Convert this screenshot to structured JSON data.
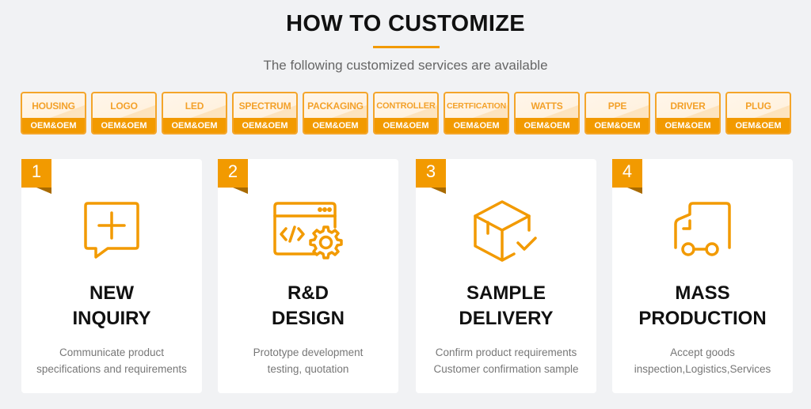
{
  "header": {
    "title": "HOW TO CUSTOMIZE",
    "subtitle": "The following customized services are available"
  },
  "colors": {
    "accent": "#f29a00",
    "background": "#f1f2f4"
  },
  "services": [
    {
      "label": "HOUSING",
      "badge": "OEM&OEM"
    },
    {
      "label": "LOGO",
      "badge": "OEM&OEM"
    },
    {
      "label": "LED",
      "badge": "OEM&OEM"
    },
    {
      "label": "SPECTRUM",
      "badge": "OEM&OEM"
    },
    {
      "label": "PACKAGING",
      "badge": "OEM&OEM"
    },
    {
      "label": "CONTROLLER",
      "badge": "OEM&OEM"
    },
    {
      "label": "CERTFICATION",
      "badge": "OEM&OEM"
    },
    {
      "label": "WATTS",
      "badge": "OEM&OEM"
    },
    {
      "label": "PPE",
      "badge": "OEM&OEM"
    },
    {
      "label": "DRIVER",
      "badge": "OEM&OEM"
    },
    {
      "label": "PLUG",
      "badge": "OEM&OEM"
    }
  ],
  "steps": [
    {
      "number": "1",
      "icon": "chat-plus-icon",
      "title_line1": "NEW",
      "title_line2": "INQUIRY",
      "desc_line1": "Communicate product",
      "desc_line2": "specifications and requirements"
    },
    {
      "number": "2",
      "icon": "code-gear-icon",
      "title_line1": "R&D",
      "title_line2": "DESIGN",
      "desc_line1": "Prototype development",
      "desc_line2": "testing, quotation"
    },
    {
      "number": "3",
      "icon": "box-check-icon",
      "title_line1": "SAMPLE",
      "title_line2": "DELIVERY",
      "desc_line1": "Confirm product requirements",
      "desc_line2": "Customer confirmation sample"
    },
    {
      "number": "4",
      "icon": "truck-icon",
      "title_line1": "MASS",
      "title_line2": "PRODUCTION",
      "desc_line1": "Accept goods",
      "desc_line2": "inspection,Logistics,Services"
    }
  ]
}
